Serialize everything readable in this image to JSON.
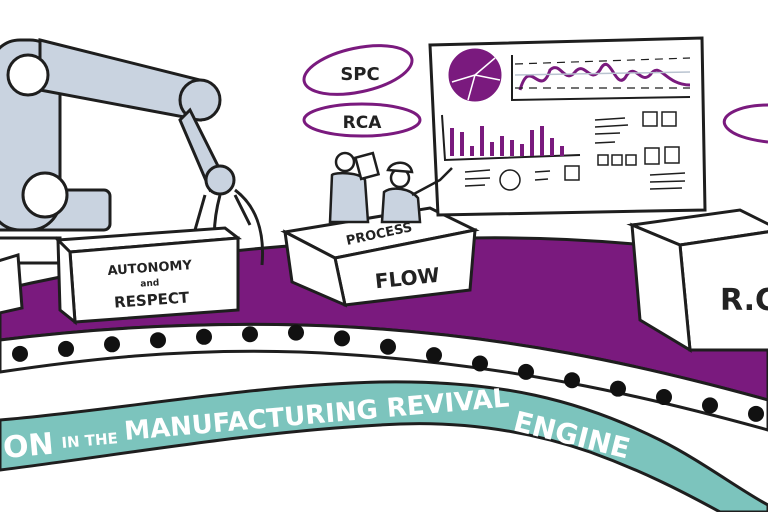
{
  "illustration": {
    "bubbles": {
      "spc": "SPC",
      "rca": "RCA"
    },
    "boxes": {
      "autonomy_line1": "AUTONOMY",
      "autonomy_line2": "and",
      "autonomy_line3": "RESPECT",
      "process_line1": "PROCESS",
      "process_line2": "FLOW",
      "rc": "R.C"
    },
    "banner": {
      "part1": "ON",
      "part2": "IN THE",
      "part3": "MANUFACTURING REVIVAL",
      "part4": "ENGINE"
    },
    "colors": {
      "purple": "#7a1a7e",
      "teal": "#7cc4bd",
      "robot": "#c9d3e0",
      "ink": "#1e1e1e"
    }
  }
}
